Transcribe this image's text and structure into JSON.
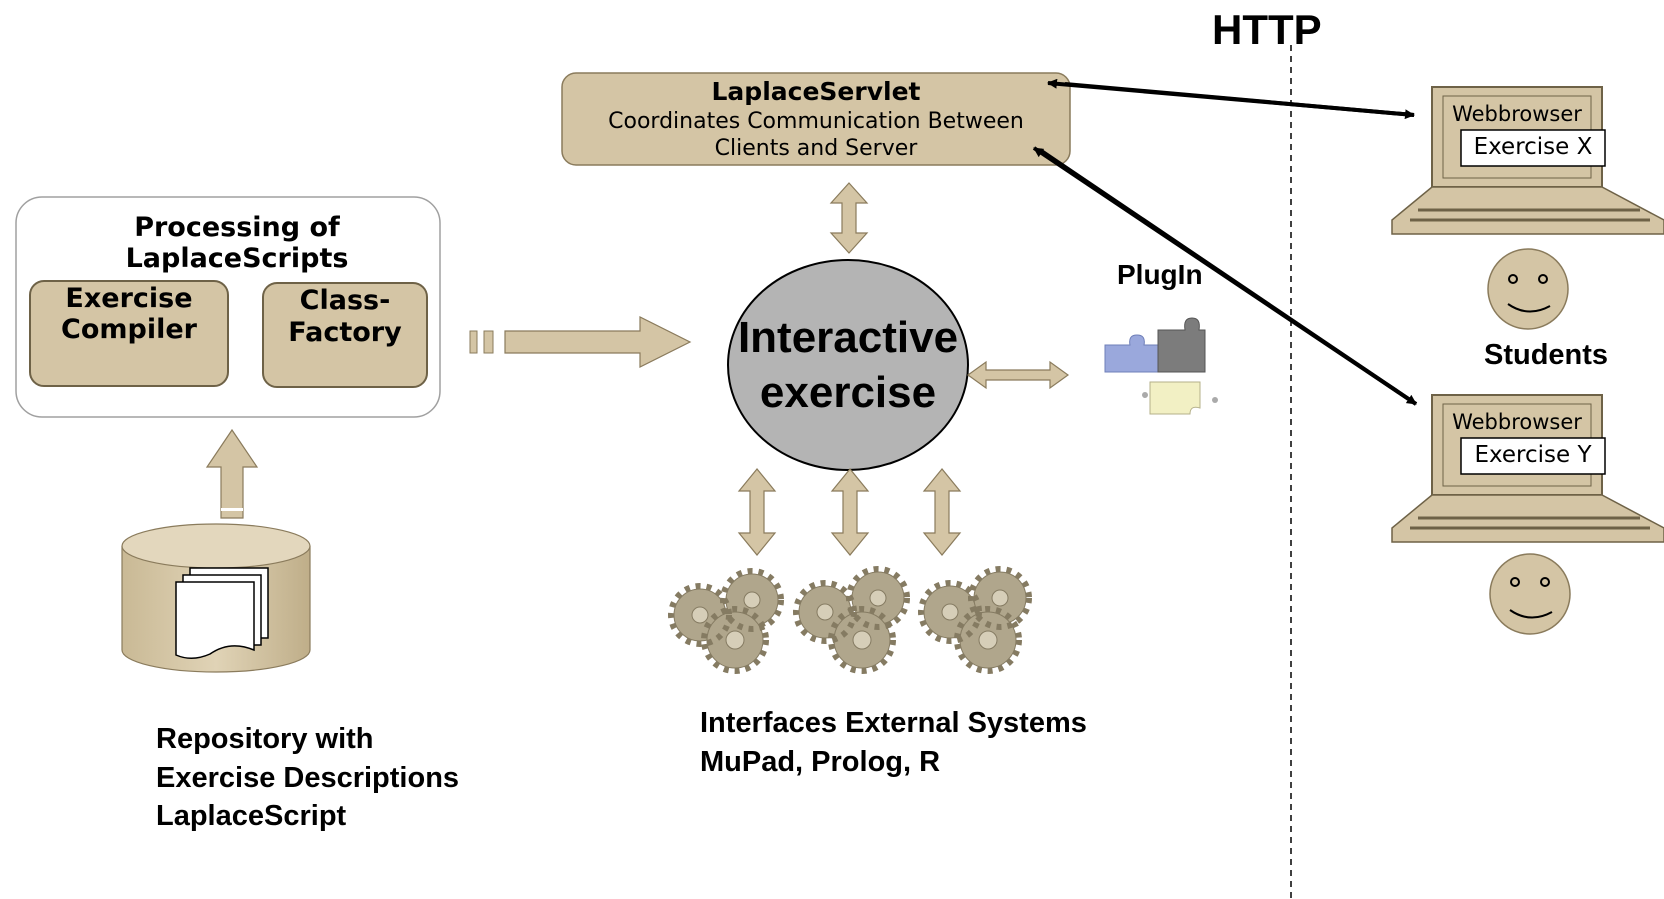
{
  "protocol_label": "HTTP",
  "servlet": {
    "title": "LaplaceServlet",
    "line1": "Coordinates Communication Between",
    "line2": "Clients and Server"
  },
  "processing": {
    "title_line1": "Processing of",
    "title_line2": "LaplaceScripts",
    "compiler_line1": "Exercise",
    "compiler_line2": "Compiler",
    "factory_line1": "Class-",
    "factory_line2": "Factory"
  },
  "exercise": {
    "line1": "Interactive",
    "line2": "exercise"
  },
  "plugin_label": "PlugIn",
  "students_label": "Students",
  "clients": [
    {
      "browser_label": "Webbrowser",
      "exercise_label": "Exercise X"
    },
    {
      "browser_label": "Webbrowser",
      "exercise_label": "Exercise Y"
    }
  ],
  "repository": {
    "line1": "Repository with",
    "line2": "Exercise Descriptions",
    "line3": "LaplaceScript"
  },
  "interfaces": {
    "line1": "Interfaces External Systems",
    "line2": "MuPad, Prolog, R"
  },
  "colors": {
    "tan_fill": "#d4c5a5",
    "tan_stroke": "#8a7b5c",
    "circle_fill": "#b4b4b4",
    "gear": "#b0a68c"
  }
}
